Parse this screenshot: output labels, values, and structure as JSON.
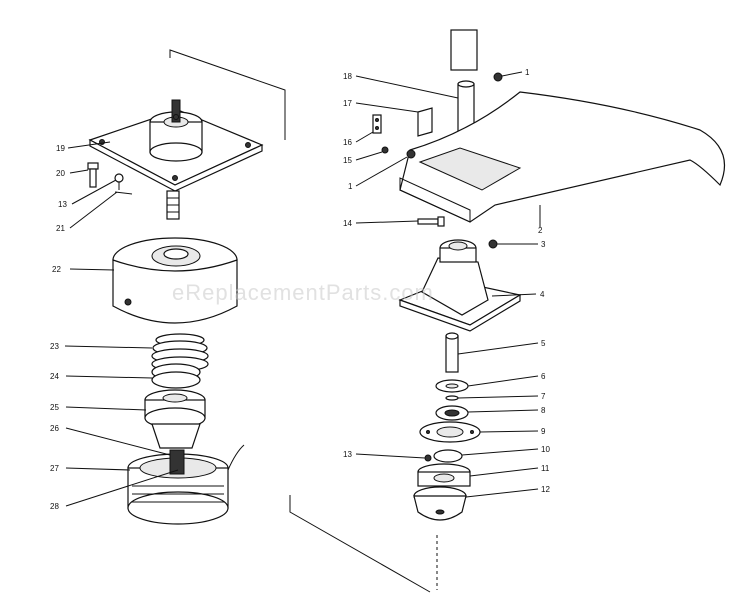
{
  "watermark": "eReplacementParts.com",
  "callouts": {
    "left": [
      "19",
      "20",
      "13",
      "21",
      "22",
      "23",
      "24",
      "25",
      "26",
      "27",
      "28"
    ],
    "right": [
      "1",
      "18",
      "17",
      "16",
      "15",
      "1",
      "2",
      "14",
      "3",
      "4",
      "5",
      "6",
      "7",
      "8",
      "9",
      "10",
      "13",
      "11",
      "12"
    ]
  },
  "colors": {
    "ink": "#111111",
    "paper": "#ffffff",
    "watermark": "#c9c9c9"
  }
}
